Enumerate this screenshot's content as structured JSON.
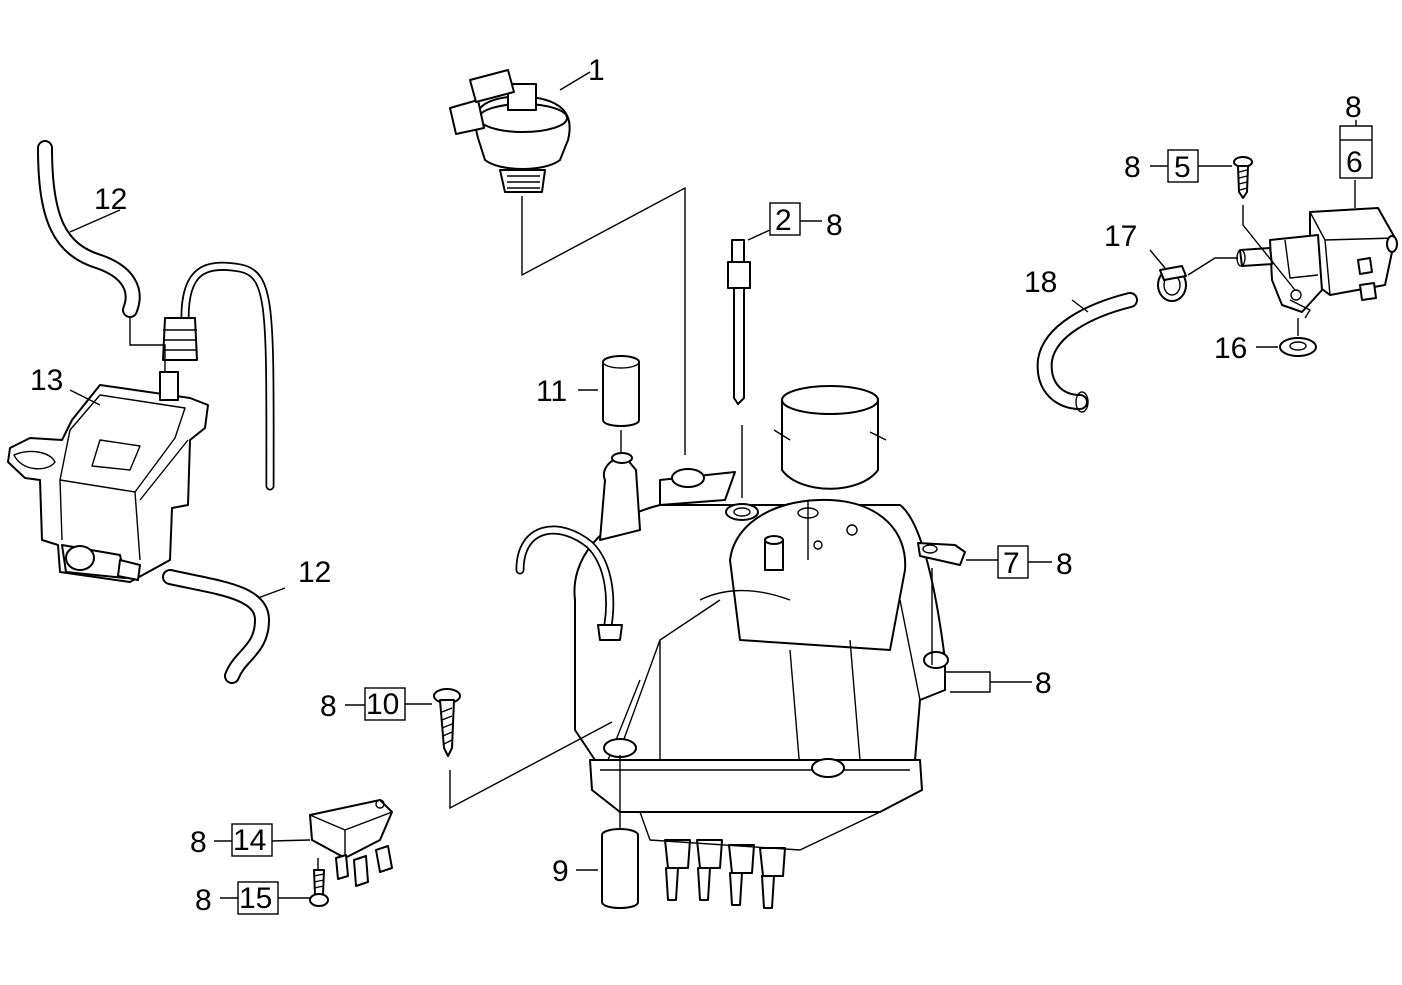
{
  "callouts": {
    "c1": "1",
    "c2": "2",
    "c5": "5",
    "c6": "6",
    "c7": "7",
    "c9": "9",
    "c10": "10",
    "c11": "11",
    "c12a": "12",
    "c12b": "12",
    "c13": "13",
    "c14": "14",
    "c15": "15",
    "c16": "16",
    "c17": "17",
    "c18": "18"
  },
  "refs": {
    "r2": "8",
    "r5": "8",
    "r6": "8",
    "r7": "8",
    "rbody": "8",
    "r10": "8",
    "r14": "8",
    "r15": "8"
  }
}
